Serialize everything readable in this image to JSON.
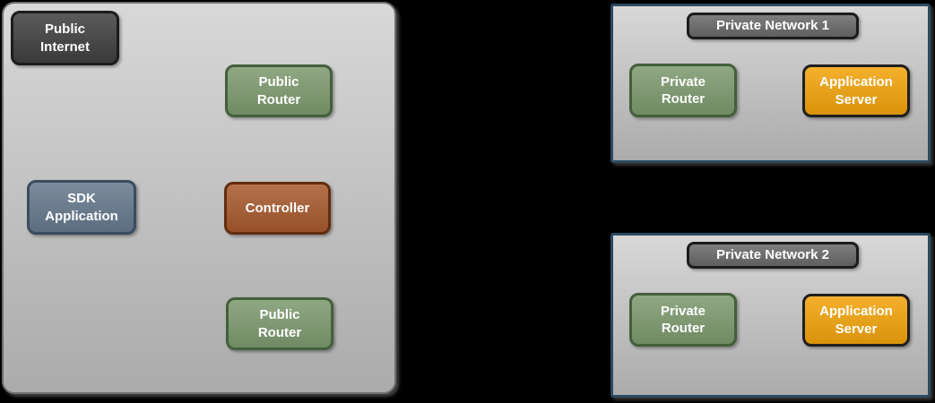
{
  "colors": {
    "canvas_background": "#000000",
    "zone_fill_top": "#d8d8d8",
    "zone_fill_bottom": "#ababab",
    "main_zone_border": "#6f6f6f",
    "private_network_border": "#2b4a61",
    "dark_node_fill": "#404040",
    "dark_node_border": "#1c1c1c",
    "title_node_fill": "#696969",
    "green_node_fill": "#7d9a6f",
    "green_node_border": "#43603b",
    "blue_node_fill": "#66798d",
    "blue_node_border": "#3b4c60",
    "rust_node_fill": "#a75a2e",
    "rust_node_border": "#632d10",
    "orange_node_fill": "#f2a30b",
    "orange_node_border": "#1f1f1f",
    "label_text": "#ffffff"
  },
  "main_zone": {
    "nodes": {
      "public_internet": {
        "label": "Public\nInternet"
      },
      "public_router_top": {
        "label": "Public\nRouter"
      },
      "sdk_application": {
        "label": "SDK\nApplication"
      },
      "controller": {
        "label": "Controller"
      },
      "public_router_bottom": {
        "label": "Public\nRouter"
      }
    }
  },
  "private_network_1": {
    "title": "Private Network 1",
    "nodes": {
      "private_router": {
        "label": "Private\nRouter"
      },
      "application_server": {
        "label": "Application\nServer"
      }
    }
  },
  "private_network_2": {
    "title": "Private Network 2",
    "nodes": {
      "private_router": {
        "label": "Private\nRouter"
      },
      "application_server": {
        "label": "Application\nServer"
      }
    }
  }
}
